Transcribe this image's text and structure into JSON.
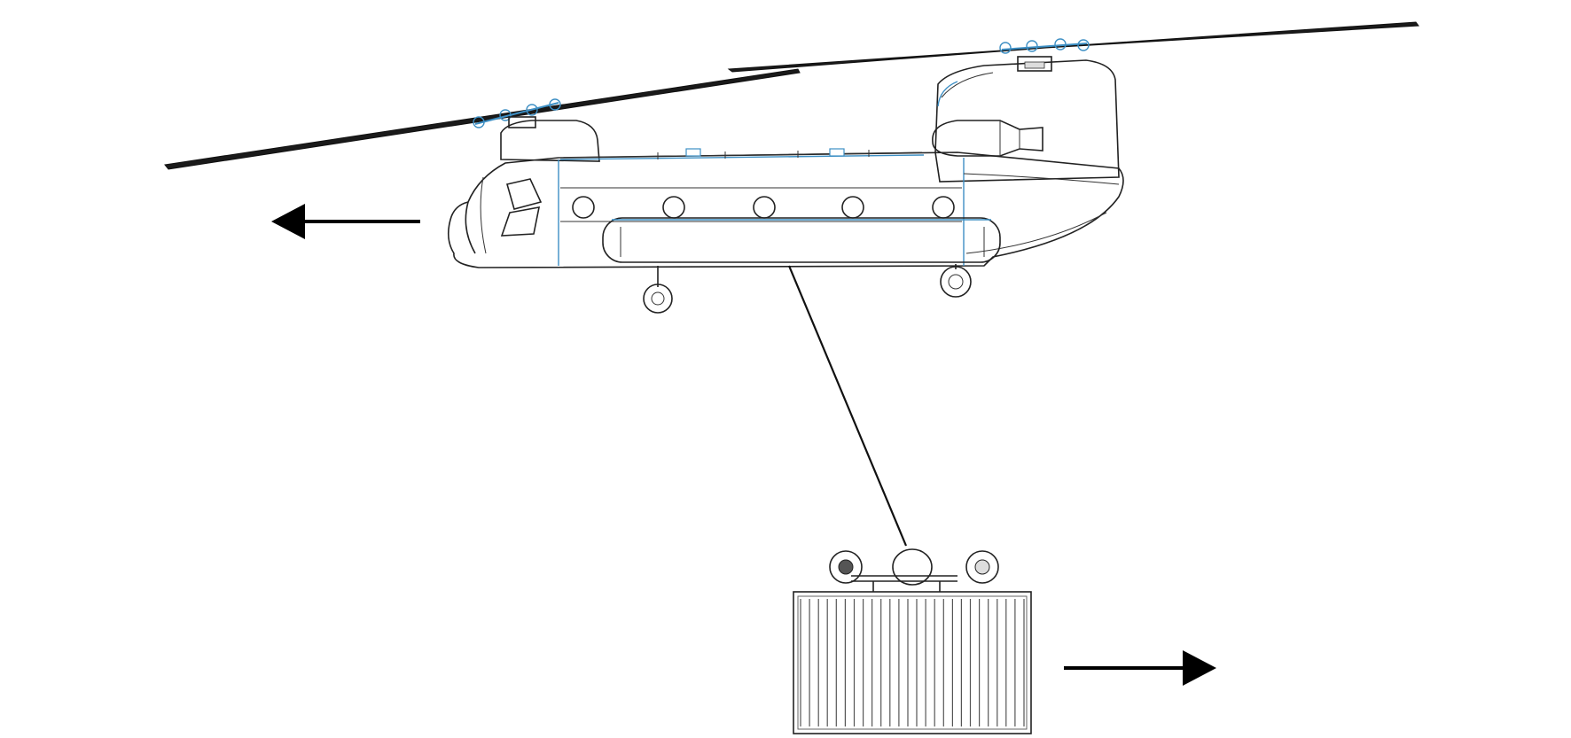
{
  "diagram": {
    "kind": "helicopter-sling-load",
    "colors": {
      "background": "#ffffff",
      "outline": "#222222",
      "accent": "#3d8fc4",
      "arrow": "#000000"
    },
    "arrows": [
      {
        "name": "helicopter-motion",
        "direction": "left"
      },
      {
        "name": "cargo-motion",
        "direction": "right"
      }
    ],
    "fuselage_windows": 5,
    "cargo_ribs": 26
  }
}
